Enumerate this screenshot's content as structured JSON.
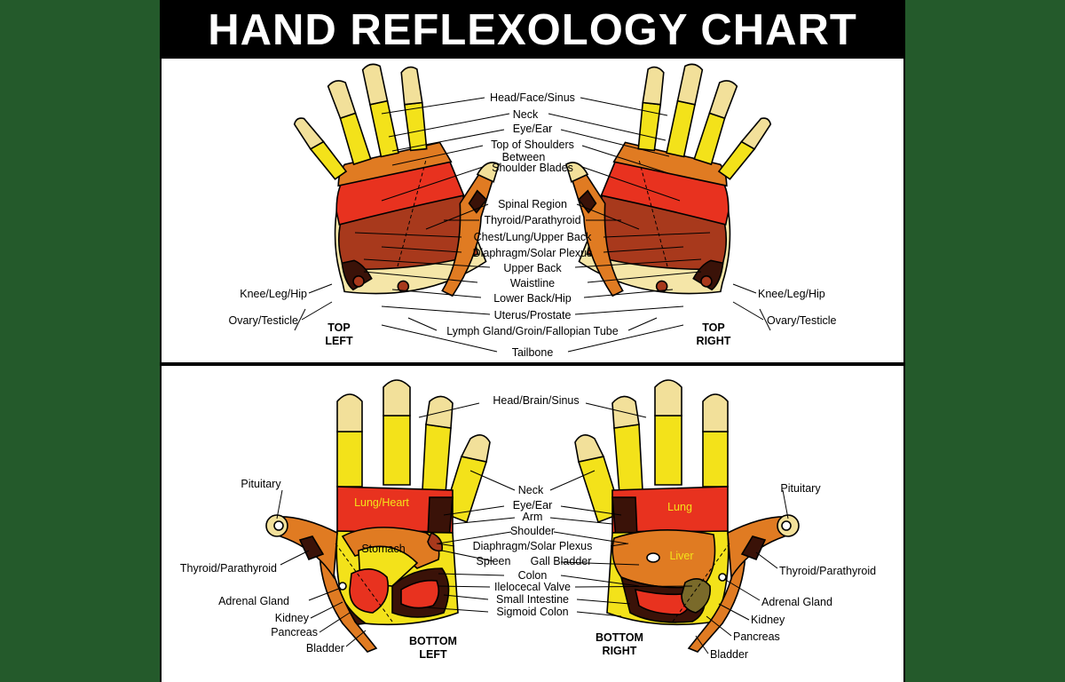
{
  "title": "HAND REFLEXOLOGY CHART",
  "colors": {
    "background": "#245a2b",
    "tip": "#f2e09a",
    "yellow": "#f3e21a",
    "orange": "#e07b22",
    "red": "#e8321f",
    "brown": "#a8391c",
    "dark": "#3a1208",
    "pale": "#f5e6a8",
    "olive": "#7a6a2a"
  },
  "top": {
    "labels": [
      "Head/Face/Sinus",
      "Neck",
      "Eye/Ear",
      "Top of Shoulders",
      "Between",
      "Shoulder Blades",
      "Spinal Region",
      "Thyroid/Parathyroid",
      "Chest/Lung/Upper Back",
      "Diaphragm/Solar Plexus",
      "Upper Back",
      "Waistline",
      "Lower Back/Hip",
      "Uterus/Prostate",
      "Lymph Gland/Groin/Fallopian Tube",
      "Tailbone"
    ],
    "knee_left": "Knee/Leg/Hip",
    "ovary_left": "Ovary/Testicle",
    "knee_right": "Knee/Leg/Hip",
    "ovary_right": "Ovary/Testicle",
    "corner_left": [
      "TOP",
      "LEFT"
    ],
    "corner_right": [
      "TOP",
      "RIGHT"
    ]
  },
  "bottom": {
    "labels_center": [
      "Head/Brain/Sinus",
      "Neck",
      "Eye/Ear",
      "Arm",
      "Shoulder",
      "Diaphragm/Solar Plexus",
      "Spleen",
      "Gall Bladder",
      "Colon",
      "Ilelocecal Valve",
      "Small Intestine",
      "Sigmoid Colon"
    ],
    "labels_left": {
      "pituitary": "Pituitary",
      "thyroid": "Thyroid/Parathyroid",
      "adrenal": "Adrenal Gland",
      "kidney": "Kidney",
      "pancreas": "Pancreas",
      "bladder": "Bladder"
    },
    "labels_right": {
      "pituitary": "Pituitary",
      "thyroid": "Thyroid/Parathyroid",
      "adrenal": "Adrenal Gland",
      "kidney": "Kidney",
      "pancreas": "Pancreas",
      "bladder": "Bladder"
    },
    "inside_left": {
      "lung_heart": "Lung/Heart",
      "stomach": "Stomach"
    },
    "inside_right": {
      "lung": "Lung",
      "liver": "Liver"
    },
    "corner_left": [
      "BOTTOM",
      "LEFT"
    ],
    "corner_right": [
      "BOTTOM",
      "RIGHT"
    ]
  }
}
